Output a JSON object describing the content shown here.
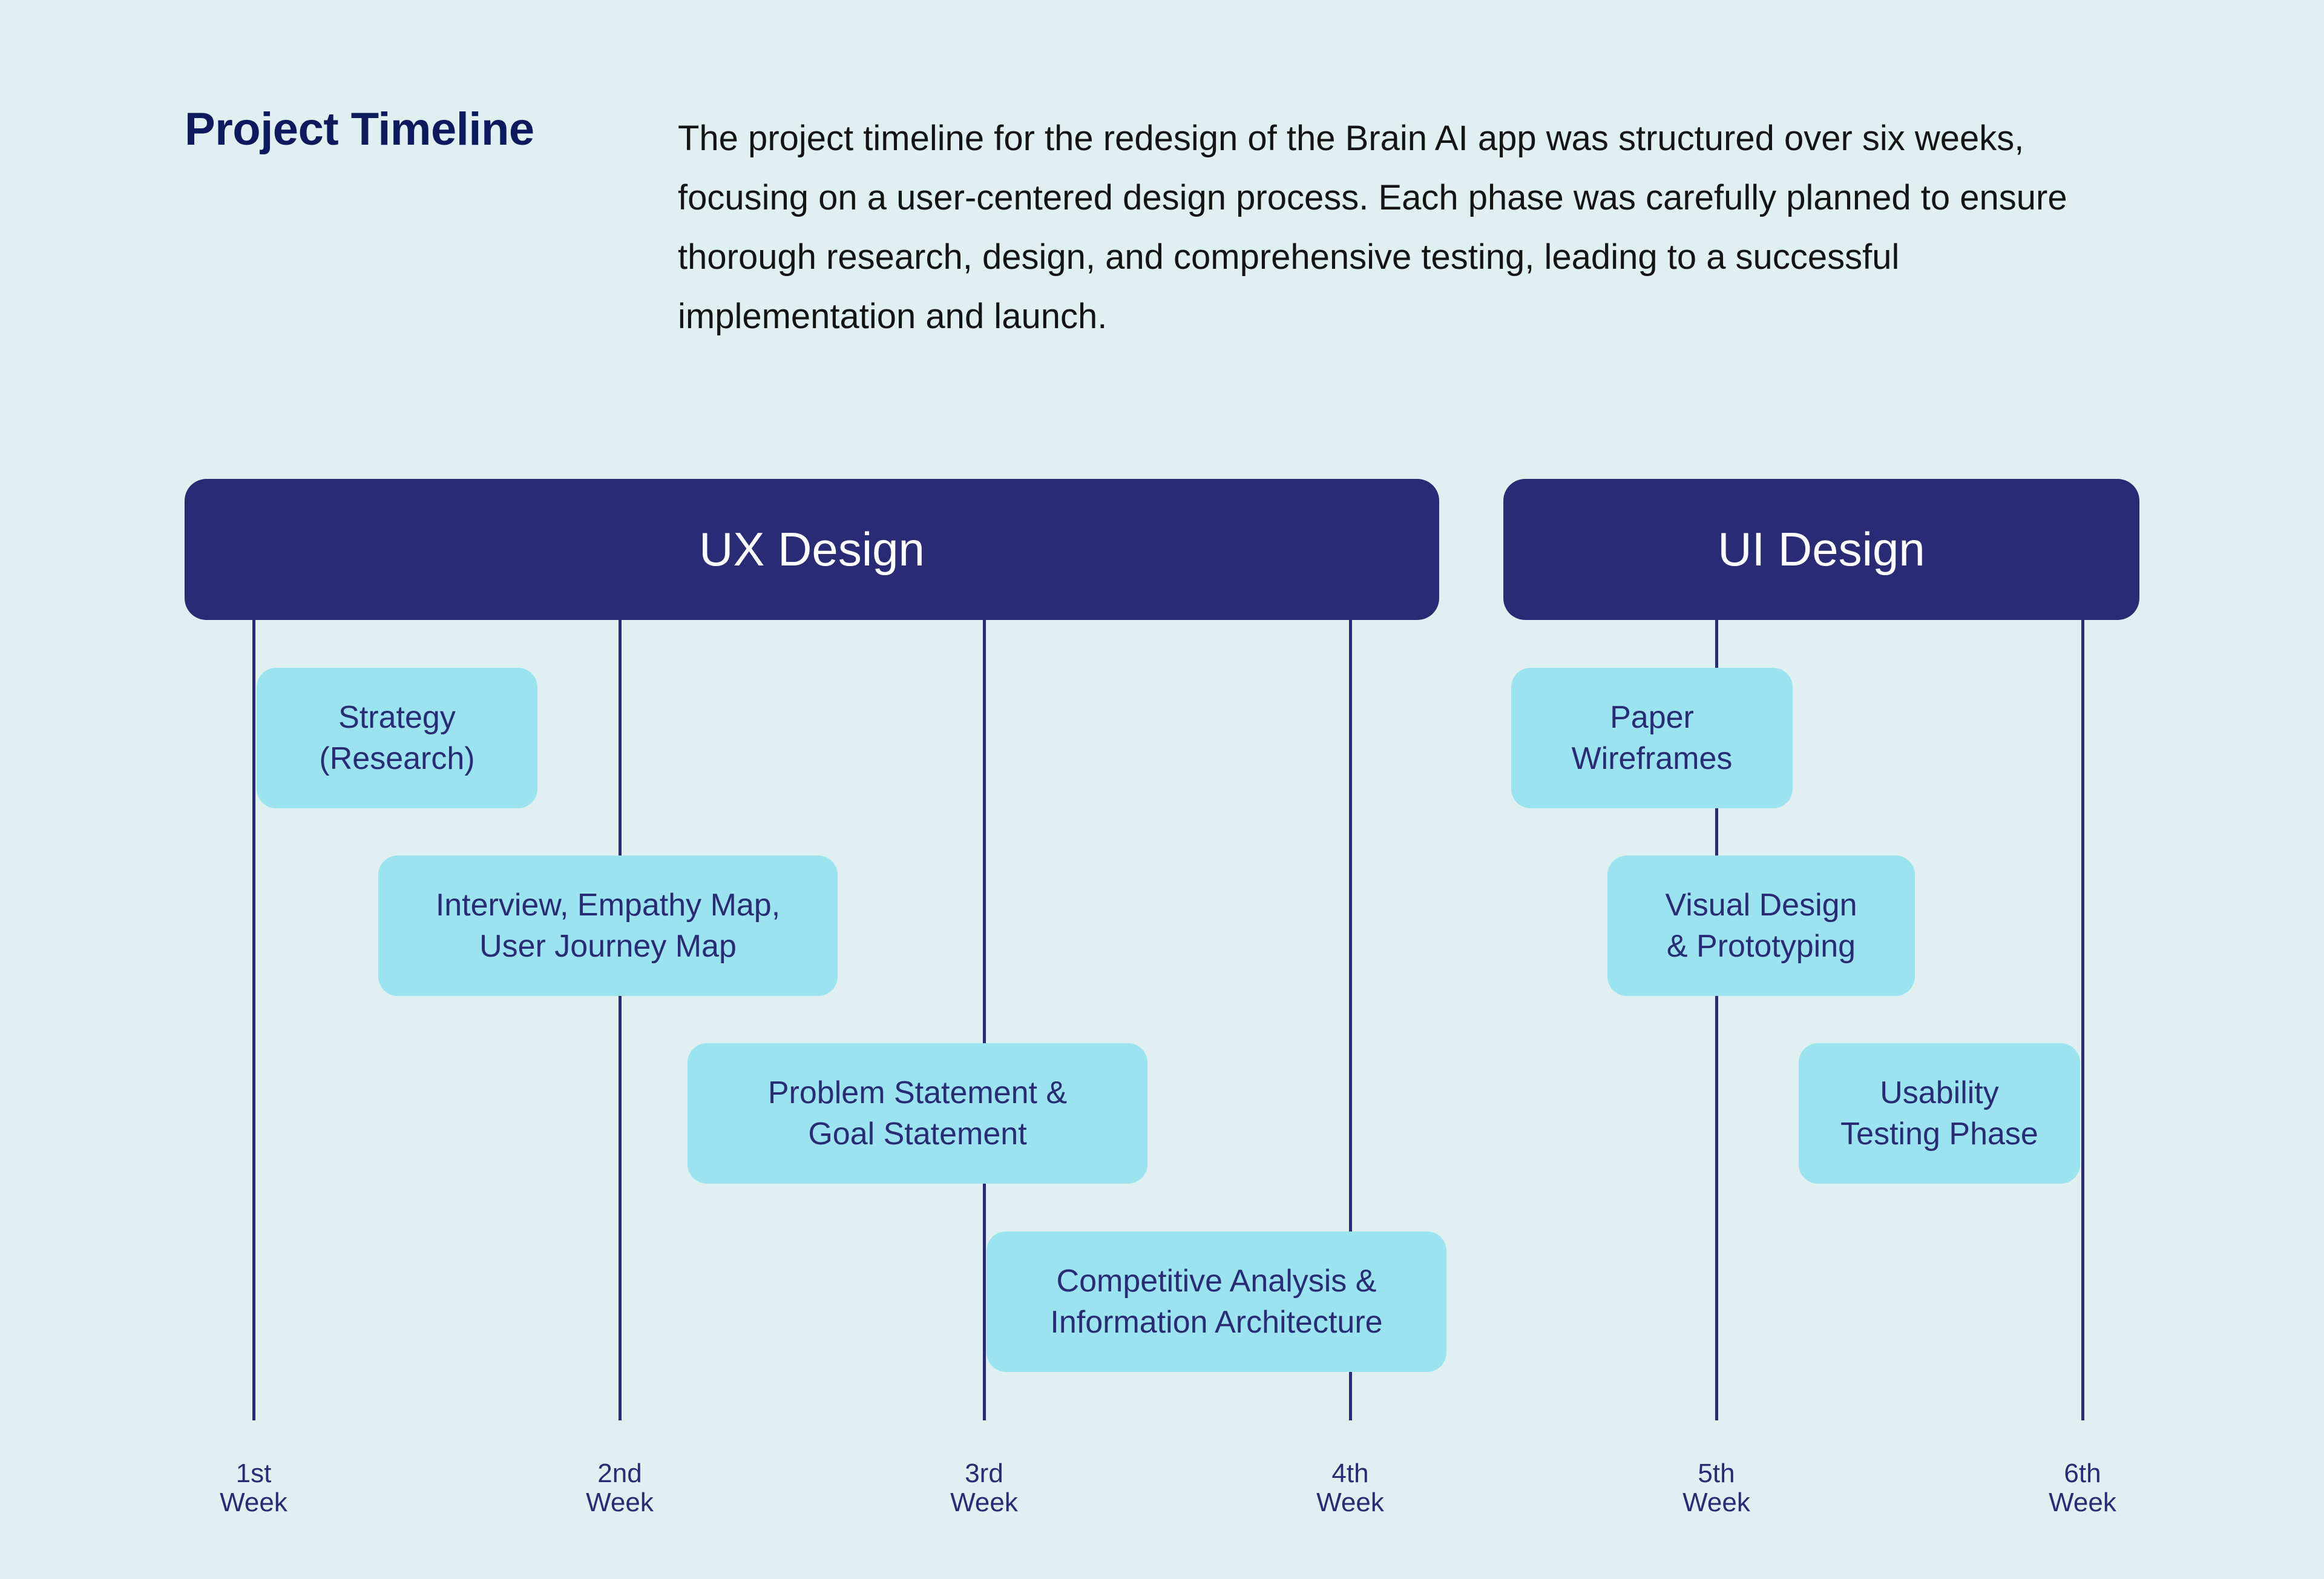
{
  "header": {
    "title": "Project Timeline",
    "description": "The project timeline for the redesign of the Brain AI app was structured over six weeks, focusing on a user-centered design process. Each phase was carefully planned to ensure thorough research, design, and comprehensive testing, leading to a successful implementation and launch."
  },
  "colors": {
    "background": "#E0F0F1",
    "phase_bar": "#292B74",
    "task_box": "#9AE3EF",
    "title": "#0E1A5E",
    "text": "#292B74"
  },
  "phases": [
    {
      "label": "UX Design",
      "weeks": [
        1,
        4
      ]
    },
    {
      "label": "UI Design",
      "weeks": [
        5,
        6
      ]
    }
  ],
  "weeks": [
    {
      "ordinal": "1st",
      "word": "Week"
    },
    {
      "ordinal": "2nd",
      "word": "Week"
    },
    {
      "ordinal": "3rd",
      "word": "Week"
    },
    {
      "ordinal": "4th",
      "word": "Week"
    },
    {
      "ordinal": "5th",
      "word": "Week"
    },
    {
      "ordinal": "6th",
      "word": "Week"
    }
  ],
  "tasks": [
    {
      "label": "Strategy\n(Research)",
      "phase": "UX Design"
    },
    {
      "label": "Interview, Empathy Map,\nUser Journey Map",
      "phase": "UX Design"
    },
    {
      "label": "Problem Statement &\nGoal Statement",
      "phase": "UX Design"
    },
    {
      "label": "Competitive Analysis &\nInformation Architecture",
      "phase": "UX Design"
    },
    {
      "label": "Paper\nWireframes",
      "phase": "UI Design"
    },
    {
      "label": "Visual Design\n& Prototyping",
      "phase": "UI Design"
    },
    {
      "label": "Usability\nTesting Phase",
      "phase": "UI Design"
    }
  ]
}
